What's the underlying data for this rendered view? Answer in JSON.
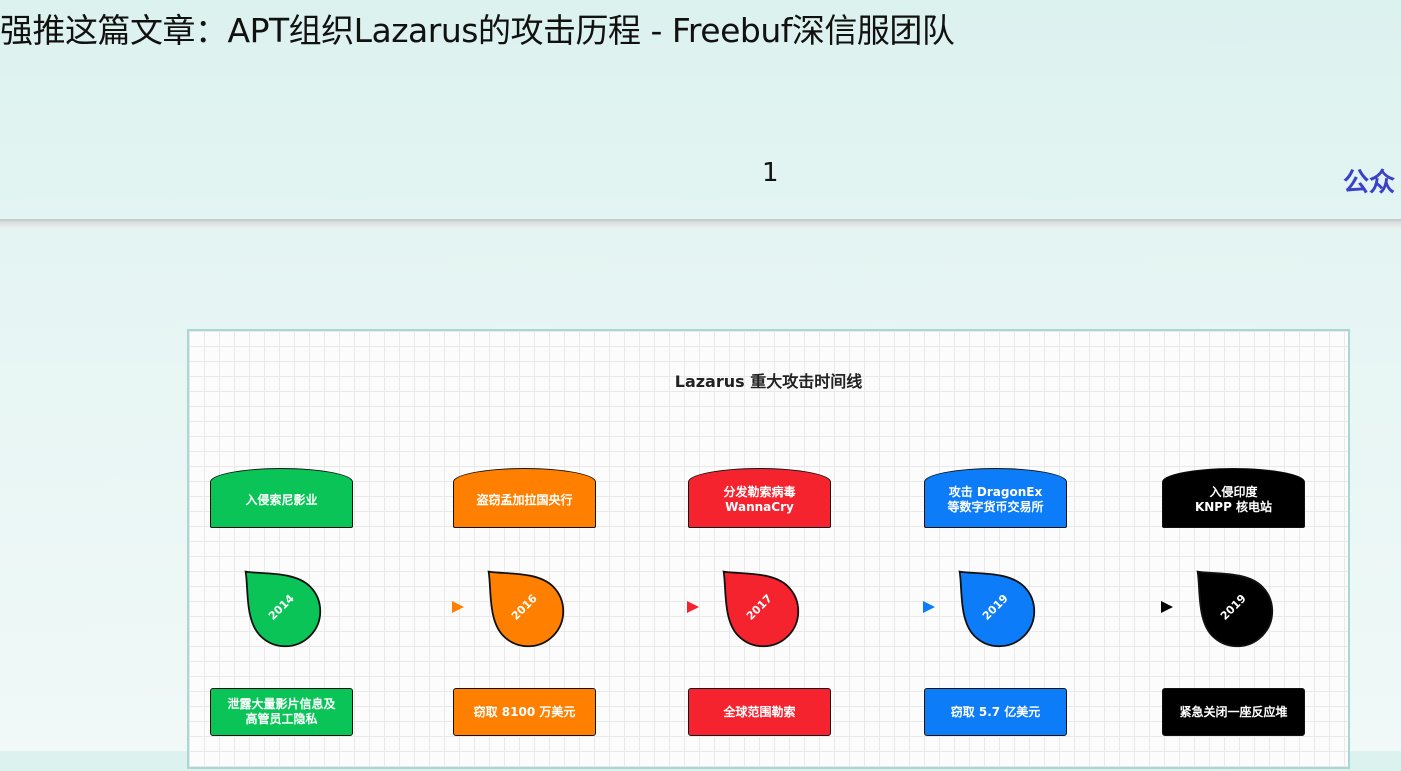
{
  "slide": {
    "title": "强推这篇文章：APT组织Lazarus的攻击历程 - Freebuf深信服团队",
    "page_number": "1",
    "wechat_tag": "公众"
  },
  "diagram": {
    "title": "Lazarus 重大攻击时间线",
    "stages": [
      {
        "year": "2014",
        "event": "入侵索尼影业",
        "result": "泄露大量影片信息及\n高管员工隐私",
        "color": "#0ac458"
      },
      {
        "year": "2016",
        "event": "盗窃孟加拉国央行",
        "result": "窃取 8100 万美元",
        "color": "#ff8000"
      },
      {
        "year": "2017",
        "event": "分发勒索病毒\nWannaCry",
        "result": "全球范围勒索",
        "color": "#f5232d"
      },
      {
        "year": "2019",
        "event": "攻击 DragonEx\n等数字货币交易所",
        "result": "窃取 5.7 亿美元",
        "color": "#0c7cf8"
      },
      {
        "year": "2019",
        "event": "入侵印度\nKNPP 核电站",
        "result": "紧急关闭一座反应堆",
        "color": "#000000"
      }
    ]
  }
}
